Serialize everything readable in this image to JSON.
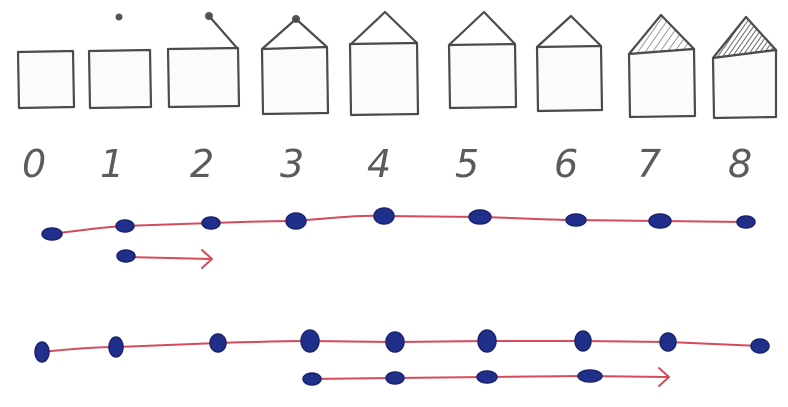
{
  "stages": [
    {
      "label": "0",
      "roof": "none"
    },
    {
      "label": "1",
      "roof": "dot"
    },
    {
      "label": "2",
      "roof": "half"
    },
    {
      "label": "3",
      "roof": "full"
    },
    {
      "label": "4",
      "roof": "full"
    },
    {
      "label": "5",
      "roof": "full"
    },
    {
      "label": "6",
      "roof": "full"
    },
    {
      "label": "7",
      "roof": "hatched-light"
    },
    {
      "label": "8",
      "roof": "hatched-dark"
    }
  ],
  "colors": {
    "pencil": "#4b4b4b",
    "line": "#d64a5a",
    "node": "#1f2f8a"
  }
}
